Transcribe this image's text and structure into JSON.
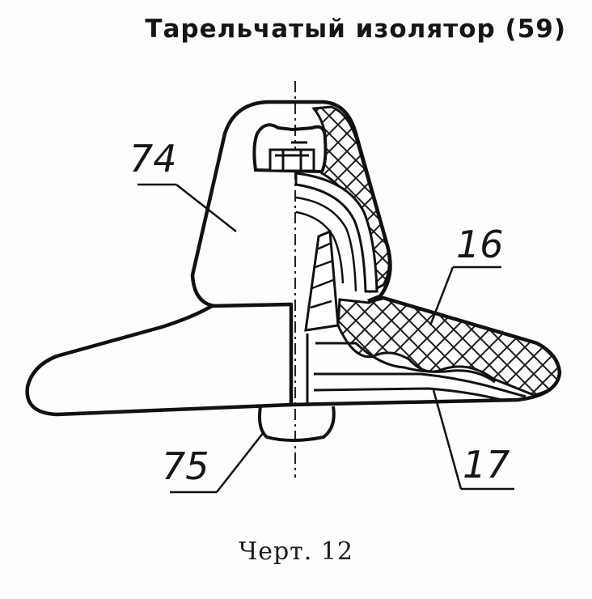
{
  "title": "Тарельчатый изолятор (59)",
  "caption": "Черт. 12",
  "callouts": {
    "a": "74",
    "b": "16",
    "c": "75",
    "d": "17"
  },
  "colors": {
    "ink": "#161616",
    "paper": "#fdfdfb"
  }
}
